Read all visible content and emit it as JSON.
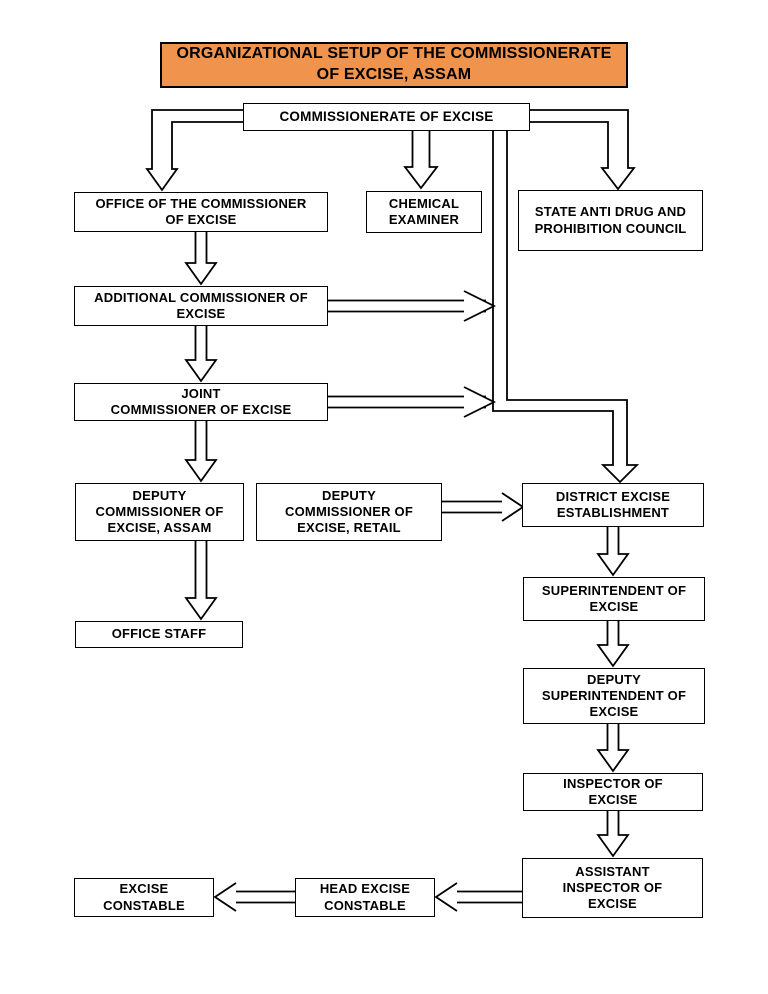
{
  "title": {
    "text": [
      "ORGANIZATIONAL SETUP OF THE COMMISSIONERATE",
      "OF EXCISE, ASSAM"
    ]
  },
  "colors": {
    "title_bg": "#F0934C",
    "line": "#000000",
    "node_bg": "#FFFFFF",
    "text": "#000000"
  },
  "nodes": {
    "commissionerate": {
      "label": "COMMISSIONERATE OF EXCISE"
    },
    "office_of_commissioner": {
      "label": [
        "OFFICE OF THE COMMISSIONER",
        "OF EXCISE"
      ]
    },
    "chemical_examiner": {
      "label": [
        "CHEMICAL",
        "EXAMINER"
      ]
    },
    "state_anti_drug": {
      "label": [
        "STATE ANTI DRUG AND",
        "PROHIBITION COUNCIL"
      ]
    },
    "additional_commissioner": {
      "label": [
        "ADDITIONAL COMMISSIONER OF",
        "EXCISE"
      ]
    },
    "joint_commissioner": {
      "label": [
        "JOINT",
        "COMMISSIONER OF EXCISE"
      ]
    },
    "deputy_commissioner_assam": {
      "label": [
        "DEPUTY",
        "COMMISSIONER OF",
        "EXCISE, ASSAM"
      ]
    },
    "deputy_commissioner_retail": {
      "label": [
        "DEPUTY",
        "COMMISSIONER OF",
        "EXCISE, RETAIL"
      ]
    },
    "district_excise_establishment": {
      "label": [
        "DISTRICT EXCISE",
        "ESTABLISHMENT"
      ]
    },
    "office_staff": {
      "label": "OFFICE STAFF"
    },
    "superintendent": {
      "label": [
        "SUPERINTENDENT OF",
        "EXCISE"
      ]
    },
    "deputy_superintendent": {
      "label": [
        "DEPUTY",
        "SUPERINTENDENT OF",
        "EXCISE"
      ]
    },
    "inspector": {
      "label": [
        "INSPECTOR OF",
        "EXCISE"
      ]
    },
    "assistant_inspector": {
      "label": [
        "ASSISTANT",
        "INSPECTOR OF",
        "EXCISE"
      ]
    },
    "head_excise_constable": {
      "label": [
        "HEAD EXCISE",
        "CONSTABLE"
      ]
    },
    "excise_constable": {
      "label": [
        "EXCISE",
        "CONSTABLE"
      ]
    }
  }
}
